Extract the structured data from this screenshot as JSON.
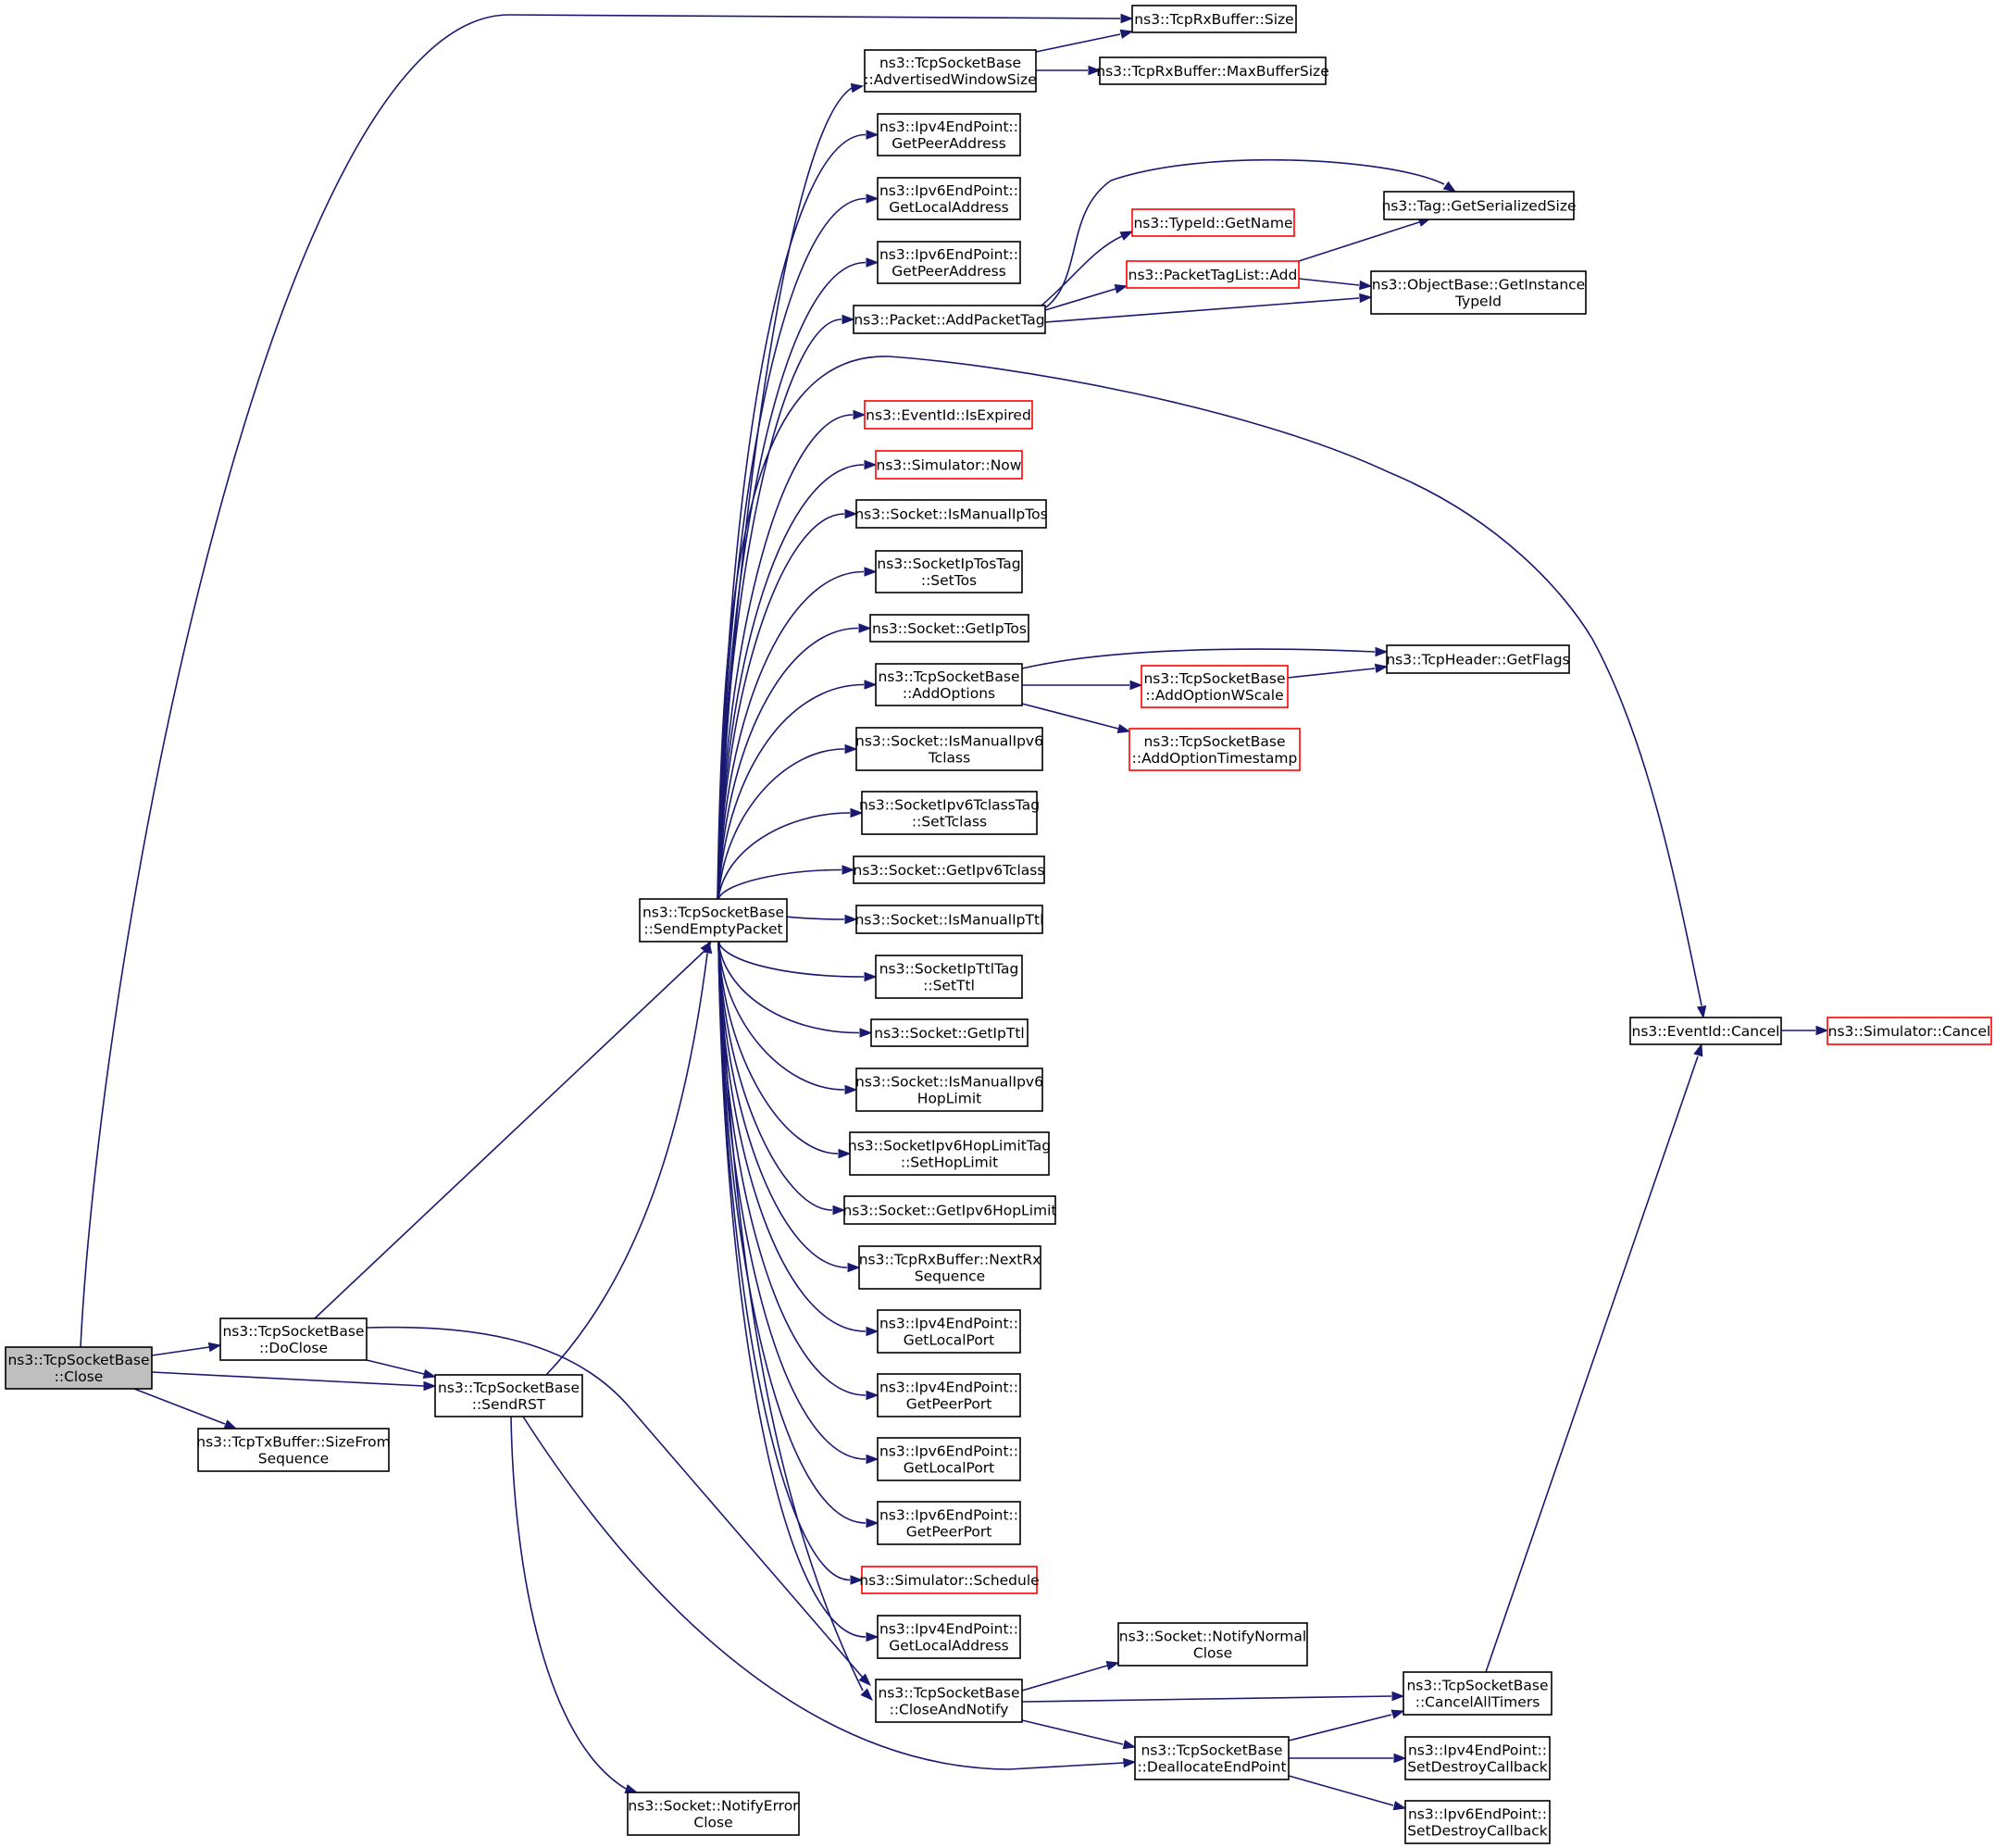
{
  "diagram": {
    "type": "doxygen-call-graph",
    "colors": {
      "edge": "#191970",
      "node_border": "#000000",
      "node_border_truncated": "#ff0000",
      "root_fill": "#bfbfbf",
      "node_fill": "#ffffff"
    },
    "nodes": [
      {
        "id": "close",
        "lines": [
          "ns3::TcpSocketBase",
          "::Close"
        ],
        "style": "root"
      },
      {
        "id": "doclose",
        "lines": [
          "ns3::TcpSocketBase",
          "::DoClose"
        ]
      },
      {
        "id": "sizefromseq",
        "lines": [
          "ns3::TcpTxBuffer::SizeFrom",
          "Sequence"
        ]
      },
      {
        "id": "sendrst",
        "lines": [
          "ns3::TcpSocketBase",
          "::SendRST"
        ]
      },
      {
        "id": "sendempty",
        "lines": [
          "ns3::TcpSocketBase",
          "::SendEmptyPacket"
        ]
      },
      {
        "id": "notifyerror",
        "lines": [
          "ns3::Socket::NotifyError",
          "Close"
        ]
      },
      {
        "id": "rxsize",
        "lines": [
          "ns3::TcpRxBuffer::Size"
        ]
      },
      {
        "id": "advwin",
        "lines": [
          "ns3::TcpSocketBase",
          "::AdvertisedWindowSize"
        ]
      },
      {
        "id": "maxbuf",
        "lines": [
          "ns3::TcpRxBuffer::MaxBufferSize"
        ]
      },
      {
        "id": "ipv4peeraddr",
        "lines": [
          "ns3::Ipv4EndPoint::",
          "GetPeerAddress"
        ]
      },
      {
        "id": "ipv6localaddr",
        "lines": [
          "ns3::Ipv6EndPoint::",
          "GetLocalAddress"
        ]
      },
      {
        "id": "ipv6peeraddr",
        "lines": [
          "ns3::Ipv6EndPoint::",
          "GetPeerAddress"
        ]
      },
      {
        "id": "addpackettag",
        "lines": [
          "ns3::Packet::AddPacketTag"
        ]
      },
      {
        "id": "typeidgetname",
        "lines": [
          "ns3::TypeId::GetName"
        ],
        "style": "red"
      },
      {
        "id": "packettaglistadd",
        "lines": [
          "ns3::PacketTagList::Add"
        ],
        "style": "red"
      },
      {
        "id": "tagserialized",
        "lines": [
          "ns3::Tag::GetSerializedSize"
        ]
      },
      {
        "id": "objbasetypeid",
        "lines": [
          "ns3::ObjectBase::GetInstance",
          "TypeId"
        ]
      },
      {
        "id": "eventexpired",
        "lines": [
          "ns3::EventId::IsExpired"
        ],
        "style": "red"
      },
      {
        "id": "simnow",
        "lines": [
          "ns3::Simulator::Now"
        ],
        "style": "red"
      },
      {
        "id": "ismanualiptos",
        "lines": [
          "ns3::Socket::IsManualIpTos"
        ]
      },
      {
        "id": "iptostagsettos",
        "lines": [
          "ns3::SocketIpTosTag",
          "::SetTos"
        ]
      },
      {
        "id": "getiptos",
        "lines": [
          "ns3::Socket::GetIpTos"
        ]
      },
      {
        "id": "addoptions",
        "lines": [
          "ns3::TcpSocketBase",
          "::AddOptions"
        ]
      },
      {
        "id": "addoptwscale",
        "lines": [
          "ns3::TcpSocketBase",
          "::AddOptionWScale"
        ],
        "style": "red"
      },
      {
        "id": "addopttimestamp",
        "lines": [
          "ns3::TcpSocketBase",
          "::AddOptionTimestamp"
        ],
        "style": "red"
      },
      {
        "id": "tcpheaderflags",
        "lines": [
          "ns3::TcpHeader::GetFlags"
        ]
      },
      {
        "id": "ismanualipv6tclass",
        "lines": [
          "ns3::Socket::IsManualIpv6",
          "Tclass"
        ]
      },
      {
        "id": "ipv6tclasstagset",
        "lines": [
          "ns3::SocketIpv6TclassTag",
          "::SetTclass"
        ]
      },
      {
        "id": "getipv6tclass",
        "lines": [
          "ns3::Socket::GetIpv6Tclass"
        ]
      },
      {
        "id": "ismanualipttl",
        "lines": [
          "ns3::Socket::IsManualIpTtl"
        ]
      },
      {
        "id": "ipttltagsetttl",
        "lines": [
          "ns3::SocketIpTtlTag",
          "::SetTtl"
        ]
      },
      {
        "id": "getipttl",
        "lines": [
          "ns3::Socket::GetIpTtl"
        ]
      },
      {
        "id": "ismanualipv6hop",
        "lines": [
          "ns3::Socket::IsManualIpv6",
          "HopLimit"
        ]
      },
      {
        "id": "ipv6hoptagset",
        "lines": [
          "ns3::SocketIpv6HopLimitTag",
          "::SetHopLimit"
        ]
      },
      {
        "id": "getipv6hop",
        "lines": [
          "ns3::Socket::GetIpv6HopLimit"
        ]
      },
      {
        "id": "rxnextseq",
        "lines": [
          "ns3::TcpRxBuffer::NextRx",
          "Sequence"
        ]
      },
      {
        "id": "ipv4localport",
        "lines": [
          "ns3::Ipv4EndPoint::",
          "GetLocalPort"
        ]
      },
      {
        "id": "ipv4peerport",
        "lines": [
          "ns3::Ipv4EndPoint::",
          "GetPeerPort"
        ]
      },
      {
        "id": "ipv6localport",
        "lines": [
          "ns3::Ipv6EndPoint::",
          "GetLocalPort"
        ]
      },
      {
        "id": "ipv6peerport",
        "lines": [
          "ns3::Ipv6EndPoint::",
          "GetPeerPort"
        ]
      },
      {
        "id": "simschedule",
        "lines": [
          "ns3::Simulator::Schedule"
        ],
        "style": "red"
      },
      {
        "id": "ipv4localaddr",
        "lines": [
          "ns3::Ipv4EndPoint::",
          "GetLocalAddress"
        ]
      },
      {
        "id": "closeandnotify",
        "lines": [
          "ns3::TcpSocketBase",
          "::CloseAndNotify"
        ]
      },
      {
        "id": "notifynormal",
        "lines": [
          "ns3::Socket::NotifyNormal",
          "Close"
        ]
      },
      {
        "id": "cancelalltimers",
        "lines": [
          "ns3::TcpSocketBase",
          "::CancelAllTimers"
        ]
      },
      {
        "id": "deallocate",
        "lines": [
          "ns3::TcpSocketBase",
          "::DeallocateEndPoint"
        ]
      },
      {
        "id": "ipv4setdestroy",
        "lines": [
          "ns3::Ipv4EndPoint::",
          "SetDestroyCallback"
        ]
      },
      {
        "id": "ipv6setdestroy",
        "lines": [
          "ns3::Ipv6EndPoint::",
          "SetDestroyCallback"
        ]
      },
      {
        "id": "eventcancel",
        "lines": [
          "ns3::EventId::Cancel"
        ]
      },
      {
        "id": "simcancel",
        "lines": [
          "ns3::Simulator::Cancel"
        ],
        "style": "red"
      }
    ],
    "edges": [
      {
        "from": "close",
        "to": "rxsize"
      },
      {
        "from": "close",
        "to": "doclose"
      },
      {
        "from": "close",
        "to": "sendrst"
      },
      {
        "from": "close",
        "to": "sizefromseq"
      },
      {
        "from": "doclose",
        "to": "sendempty"
      },
      {
        "from": "doclose",
        "to": "sendrst"
      },
      {
        "from": "doclose",
        "to": "closeandnotify"
      },
      {
        "from": "sendrst",
        "to": "sendempty"
      },
      {
        "from": "sendrst",
        "to": "notifyerror"
      },
      {
        "from": "sendrst",
        "to": "deallocate"
      },
      {
        "from": "sendempty",
        "to": "advwin"
      },
      {
        "from": "sendempty",
        "to": "ipv4peeraddr"
      },
      {
        "from": "sendempty",
        "to": "ipv6localaddr"
      },
      {
        "from": "sendempty",
        "to": "ipv6peeraddr"
      },
      {
        "from": "sendempty",
        "to": "addpackettag"
      },
      {
        "from": "sendempty",
        "to": "eventcancel"
      },
      {
        "from": "sendempty",
        "to": "eventexpired"
      },
      {
        "from": "sendempty",
        "to": "simnow"
      },
      {
        "from": "sendempty",
        "to": "ismanualiptos"
      },
      {
        "from": "sendempty",
        "to": "iptostagsettos"
      },
      {
        "from": "sendempty",
        "to": "getiptos"
      },
      {
        "from": "sendempty",
        "to": "addoptions"
      },
      {
        "from": "sendempty",
        "to": "ismanualipv6tclass"
      },
      {
        "from": "sendempty",
        "to": "ipv6tclasstagset"
      },
      {
        "from": "sendempty",
        "to": "getipv6tclass"
      },
      {
        "from": "sendempty",
        "to": "ismanualipttl"
      },
      {
        "from": "sendempty",
        "to": "ipttltagsetttl"
      },
      {
        "from": "sendempty",
        "to": "getipttl"
      },
      {
        "from": "sendempty",
        "to": "ismanualipv6hop"
      },
      {
        "from": "sendempty",
        "to": "ipv6hoptagset"
      },
      {
        "from": "sendempty",
        "to": "getipv6hop"
      },
      {
        "from": "sendempty",
        "to": "rxnextseq"
      },
      {
        "from": "sendempty",
        "to": "ipv4localport"
      },
      {
        "from": "sendempty",
        "to": "ipv4peerport"
      },
      {
        "from": "sendempty",
        "to": "ipv6localport"
      },
      {
        "from": "sendempty",
        "to": "ipv6peerport"
      },
      {
        "from": "sendempty",
        "to": "simschedule"
      },
      {
        "from": "sendempty",
        "to": "ipv4localaddr"
      },
      {
        "from": "sendempty",
        "to": "closeandnotify"
      },
      {
        "from": "advwin",
        "to": "rxsize"
      },
      {
        "from": "advwin",
        "to": "maxbuf"
      },
      {
        "from": "addpackettag",
        "to": "tagserialized"
      },
      {
        "from": "addpackettag",
        "to": "typeidgetname"
      },
      {
        "from": "addpackettag",
        "to": "packettaglistadd"
      },
      {
        "from": "addpackettag",
        "to": "objbasetypeid"
      },
      {
        "from": "packettaglistadd",
        "to": "tagserialized"
      },
      {
        "from": "packettaglistadd",
        "to": "objbasetypeid"
      },
      {
        "from": "addoptions",
        "to": "tcpheaderflags"
      },
      {
        "from": "addoptions",
        "to": "addoptwscale"
      },
      {
        "from": "addoptions",
        "to": "addopttimestamp"
      },
      {
        "from": "addoptwscale",
        "to": "tcpheaderflags"
      },
      {
        "from": "closeandnotify",
        "to": "notifynormal"
      },
      {
        "from": "closeandnotify",
        "to": "cancelalltimers"
      },
      {
        "from": "closeandnotify",
        "to": "deallocate"
      },
      {
        "from": "deallocate",
        "to": "cancelalltimers"
      },
      {
        "from": "deallocate",
        "to": "ipv4setdestroy"
      },
      {
        "from": "deallocate",
        "to": "ipv6setdestroy"
      },
      {
        "from": "cancelalltimers",
        "to": "eventcancel"
      },
      {
        "from": "eventcancel",
        "to": "simcancel"
      }
    ]
  }
}
